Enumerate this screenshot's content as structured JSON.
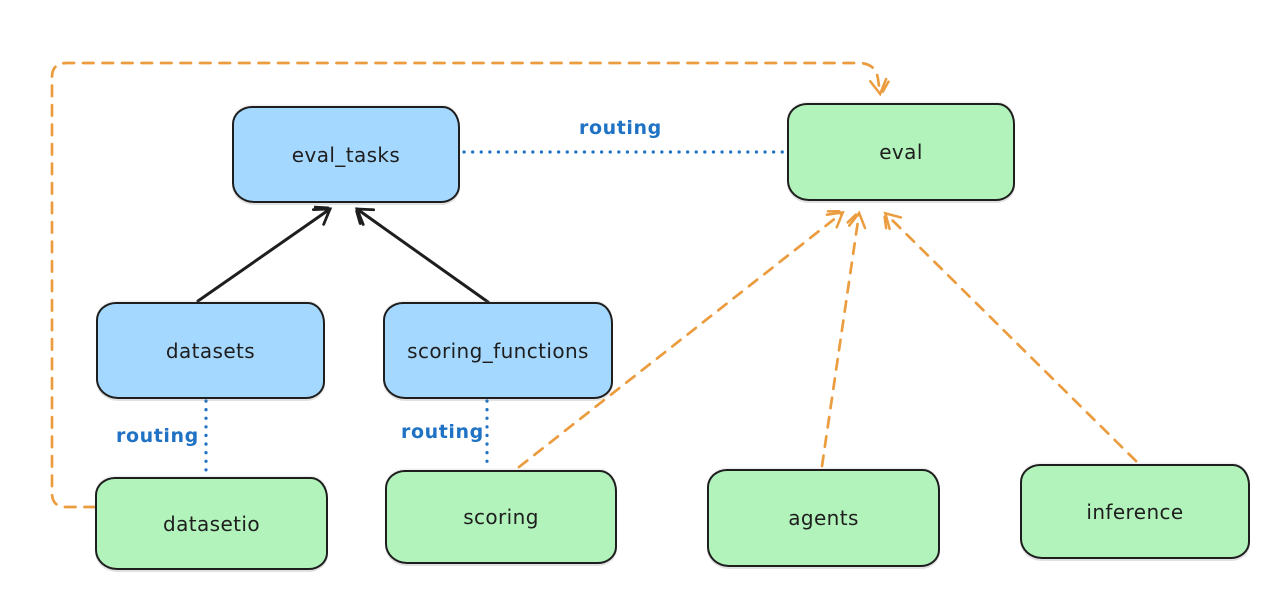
{
  "colors": {
    "background": "#ffffff",
    "blue_fill": "#a5d8ff",
    "green_fill": "#b2f2bb",
    "stroke": "#1e1e1e",
    "routing_blue": "#1f72c4",
    "orange": "#eb9c3e"
  },
  "nodes": [
    {
      "id": "eval_tasks",
      "label": "eval_tasks",
      "fill": "blue"
    },
    {
      "id": "eval",
      "label": "eval",
      "fill": "green"
    },
    {
      "id": "datasets",
      "label": "datasets",
      "fill": "blue"
    },
    {
      "id": "scoring_functions",
      "label": "scoring_functions",
      "fill": "blue"
    },
    {
      "id": "datasetio",
      "label": "datasetio",
      "fill": "green"
    },
    {
      "id": "scoring",
      "label": "scoring",
      "fill": "green"
    },
    {
      "id": "agents",
      "label": "agents",
      "fill": "green"
    },
    {
      "id": "inference",
      "label": "inference",
      "fill": "green"
    }
  ],
  "edges": [
    {
      "from": "datasets",
      "to": "eval_tasks",
      "style": "solid-black-arrow",
      "label": ""
    },
    {
      "from": "scoring_functions",
      "to": "eval_tasks",
      "style": "solid-black-arrow",
      "label": ""
    },
    {
      "from": "eval_tasks",
      "to": "eval",
      "style": "blue-dotted",
      "label": "routing"
    },
    {
      "from": "datasets",
      "to": "datasetio",
      "style": "blue-dotted",
      "label": "routing"
    },
    {
      "from": "scoring_functions",
      "to": "scoring",
      "style": "blue-dotted",
      "label": "routing"
    },
    {
      "from": "datasetio",
      "to": "eval",
      "style": "orange-dashed-arrow-loop",
      "label": ""
    },
    {
      "from": "scoring",
      "to": "eval",
      "style": "orange-dashed-arrow",
      "label": ""
    },
    {
      "from": "agents",
      "to": "eval",
      "style": "orange-dashed-arrow",
      "label": ""
    },
    {
      "from": "inference",
      "to": "eval",
      "style": "orange-dashed-arrow",
      "label": ""
    }
  ]
}
